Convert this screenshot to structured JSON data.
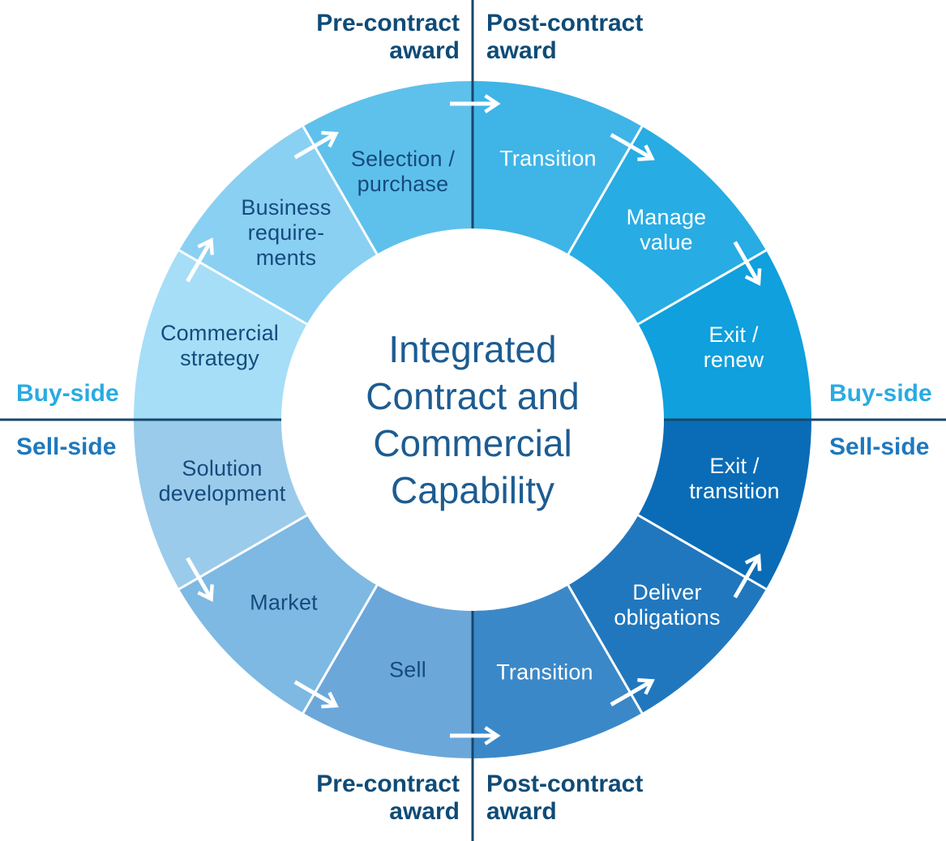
{
  "title": "Integrated\nContract and\nCommercial\nCapability",
  "axis_labels": {
    "top_left": "Pre-contract\naward",
    "top_right": "Post-contract\naward",
    "bottom_left": "Pre-contract\naward",
    "bottom_right": "Post-contract\naward",
    "left_above_line": "Buy-side",
    "left_below_line": "Sell-side",
    "right_above_line": "Buy-side",
    "right_below_line": "Sell-side"
  },
  "segments": {
    "buy_side": [
      {
        "label": "Commercial\nstrategy",
        "color": "#A6DEF7",
        "text_style": "dark"
      },
      {
        "label": "Business\nrequire-\nments",
        "color": "#8AD0F2",
        "text_style": "dark"
      },
      {
        "label": "Selection /\npurchase",
        "color": "#5EC1EB",
        "text_style": "dark"
      },
      {
        "label": "Transition",
        "color": "#3FB4E7",
        "text_style": "light"
      },
      {
        "label": "Manage\nvalue",
        "color": "#27ACE3",
        "text_style": "light"
      },
      {
        "label": "Exit /\nrenew",
        "color": "#0FA0DD",
        "text_style": "light"
      }
    ],
    "sell_side": [
      {
        "label": "Solution\ndevelopment",
        "color": "#9BCBEA",
        "text_style": "dark"
      },
      {
        "label": "Market",
        "color": "#7DB9E2",
        "text_style": "dark"
      },
      {
        "label": "Sell",
        "color": "#6CA7DA",
        "text_style": "dark"
      },
      {
        "label": "Transition",
        "color": "#3B88C8",
        "text_style": "light"
      },
      {
        "label": "Deliver\nobligations",
        "color": "#2177BD",
        "text_style": "light"
      },
      {
        "label": "Exit /\ntransition",
        "color": "#0A6CB6",
        "text_style": "light"
      }
    ]
  },
  "colors": {
    "background": "#FFFFFF",
    "axis_line": "#17476B",
    "segment_divider": "#FFFFFF",
    "arrow": "#FFFFFF",
    "title_text": "#1D5C91",
    "segment_text_dark": "#154B7E",
    "segment_text_light": "#FFFFFF",
    "award_label_text": "#0F4B77",
    "buy_side_label_text": "#29ABE2",
    "sell_side_label_text": "#1E78BE"
  }
}
